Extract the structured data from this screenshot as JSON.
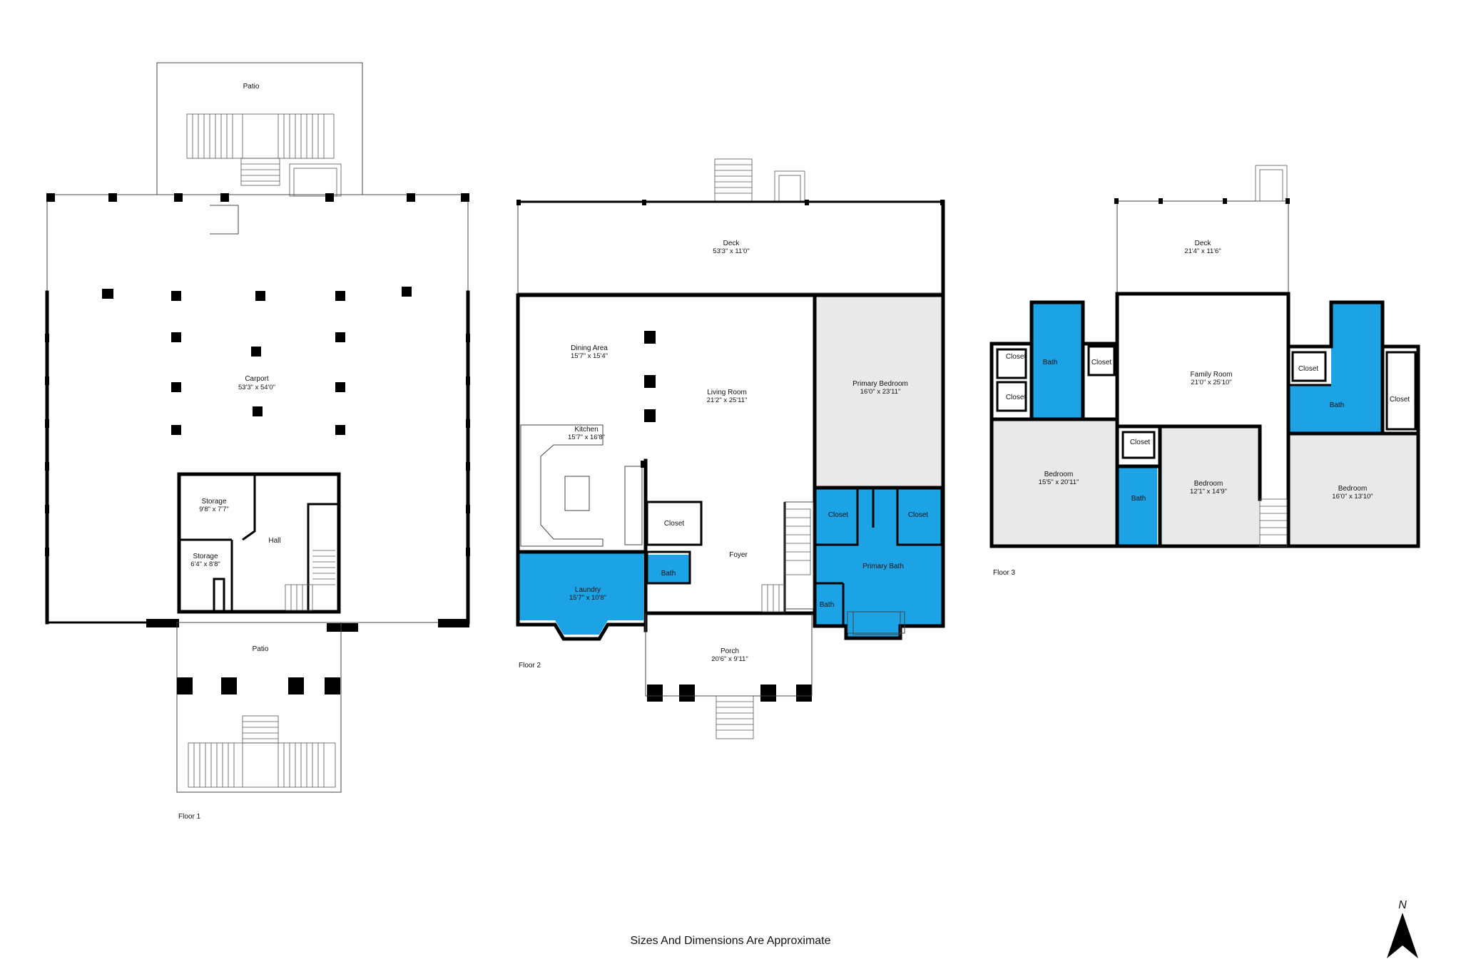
{
  "floors": {
    "floor1": {
      "label": "Floor 1",
      "rooms": {
        "patio_top": {
          "name": "Patio"
        },
        "carport": {
          "name": "Carport",
          "dims": "53'3\" x 54'0\""
        },
        "storage_a": {
          "name": "Storage",
          "dims": "9'8\" x 7'7\""
        },
        "storage_b": {
          "name": "Storage",
          "dims": "6'4\" x 8'8\""
        },
        "hall": {
          "name": "Hall"
        },
        "patio_bottom": {
          "name": "Patio"
        }
      }
    },
    "floor2": {
      "label": "Floor 2",
      "rooms": {
        "deck": {
          "name": "Deck",
          "dims": "53'3\" x 11'0\""
        },
        "dining": {
          "name": "Dining Area",
          "dims": "15'7\" x 15'4\""
        },
        "living": {
          "name": "Living Room",
          "dims": "21'2\" x 25'11\""
        },
        "primary_bedroom": {
          "name": "Primary Bedroom",
          "dims": "16'0\" x 23'11\""
        },
        "kitchen": {
          "name": "Kitchen",
          "dims": "15'7\" x 16'8\""
        },
        "closet_a": {
          "name": "Closet"
        },
        "closet_b": {
          "name": "Closet"
        },
        "closet_c": {
          "name": "Closet"
        },
        "foyer": {
          "name": "Foyer"
        },
        "laundry": {
          "name": "Laundry",
          "dims": "15'7\" x 10'8\""
        },
        "bath_small": {
          "name": "Bath"
        },
        "primary_bath": {
          "name": "Primary Bath"
        },
        "bath_b": {
          "name": "Bath"
        },
        "porch": {
          "name": "Porch",
          "dims": "20'6\" x 9'11\""
        }
      }
    },
    "floor3": {
      "label": "Floor 3",
      "rooms": {
        "deck": {
          "name": "Deck",
          "dims": "21'4\" x 11'6\""
        },
        "family": {
          "name": "Family Room",
          "dims": "21'0\" x 25'10\""
        },
        "closet_1": {
          "name": "Closet"
        },
        "closet_2": {
          "name": "Closet"
        },
        "closet_3": {
          "name": "Closet"
        },
        "closet_4": {
          "name": "Closet"
        },
        "closet_5": {
          "name": "Closet"
        },
        "closet_6": {
          "name": "Closet"
        },
        "bath_1": {
          "name": "Bath"
        },
        "bath_2": {
          "name": "Bath"
        },
        "bath_3": {
          "name": "Bath"
        },
        "bedroom_1": {
          "name": "Bedroom",
          "dims": "15'5\" x 20'11\""
        },
        "bedroom_2": {
          "name": "Bedroom",
          "dims": "12'1\" x 14'9\""
        },
        "bedroom_3": {
          "name": "Bedroom",
          "dims": "16'0\" x 13'10\""
        }
      }
    }
  },
  "footer": {
    "note": "Sizes And Dimensions Are Approximate"
  },
  "compass": {
    "label": "N"
  },
  "colors": {
    "bath": "#1ba3e6",
    "bedroom": "#e9e9e9",
    "wall": "#000000"
  }
}
